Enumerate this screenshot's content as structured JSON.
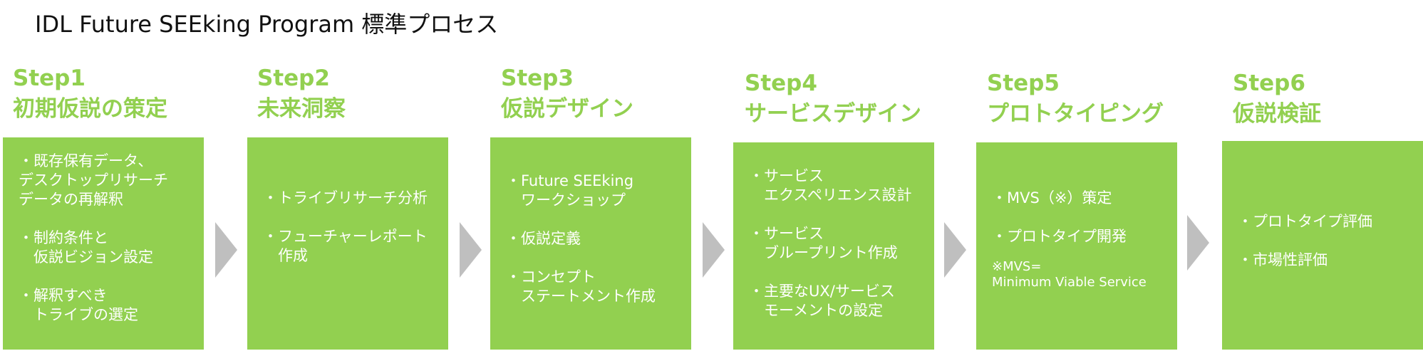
{
  "title": "IDL Future SEEking Program 標準プロセス",
  "colors": {
    "accent": "#92d050",
    "arrow": "#bfbfbf",
    "box_text": "#ffffff"
  },
  "steps": [
    {
      "step": "Step1",
      "name": "初期仮説の策定",
      "lines": [
        "・既存保有データ、",
        "デスクトップリサーチ",
        "データの再解釈",
        "",
        "・制約条件と",
        "　仮説ビジョン設定",
        "",
        "・解釈すべき",
        "　トライブの選定"
      ]
    },
    {
      "step": "Step2",
      "name": "未来洞察",
      "lines": [
        "・トライブリサーチ分析",
        "",
        "・フューチャーレポート",
        "　作成"
      ]
    },
    {
      "step": "Step3",
      "name": "仮説デザイン",
      "lines": [
        "・Future SEEking",
        "　ワークショップ",
        "",
        "・仮説定義",
        "",
        "・コンセプト",
        "　ステートメント作成"
      ]
    },
    {
      "step": "Step4",
      "name": "サービスデザイン",
      "lines": [
        "・サービス",
        "　エクスペリエンス設計",
        "",
        "・サービス",
        "　ブループリント作成",
        "",
        "・主要なUX/サービス",
        "　モーメントの設定"
      ]
    },
    {
      "step": "Step5",
      "name": "プロトタイピング",
      "lines": [
        "・MVS（※）策定",
        "",
        "・プロトタイプ開発"
      ],
      "note": [
        "※MVS=",
        "Minimum Viable Service"
      ]
    },
    {
      "step": "Step6",
      "name": "仮説検証",
      "lines": [
        "・プロトタイプ評価",
        "",
        "・市場性評価"
      ]
    }
  ]
}
